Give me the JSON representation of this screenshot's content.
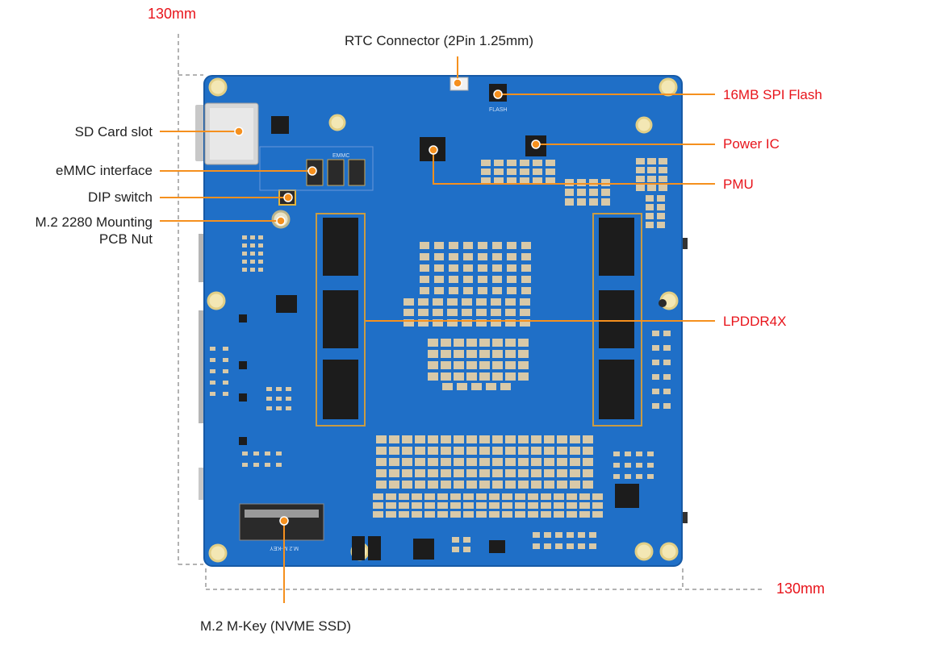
{
  "dimensions": {
    "width_label": "130mm",
    "height_label": "130mm"
  },
  "labels": {
    "rtc": "RTC Connector (2Pin 1.25mm)",
    "spi_flash": "16MB SPI Flash",
    "power_ic": "Power IC",
    "pmu": "PMU",
    "lpddr4x": "LPDDR4X",
    "sd_card": "SD Card slot",
    "emmc": "eMMC interface",
    "dip": "DIP switch",
    "m2_nut_line1": "M.2 2280 Mounting",
    "m2_nut_line2": "PCB Nut",
    "m2_mkey": "M.2 M-Key (NVME SSD)"
  },
  "silkscreen": {
    "flash": "FLASH",
    "emmc": "EMMC",
    "m2": "M.2 M-KEY"
  },
  "colors": {
    "board": "#1f6fc7",
    "board_edge": "#175aa6",
    "callout": "#f5901e",
    "label_red": "#e8141b",
    "label_dark": "#222222",
    "chip": "#1c1c1c",
    "pad": "#d8c9a8",
    "mount_hole": "#f3e7b4"
  }
}
